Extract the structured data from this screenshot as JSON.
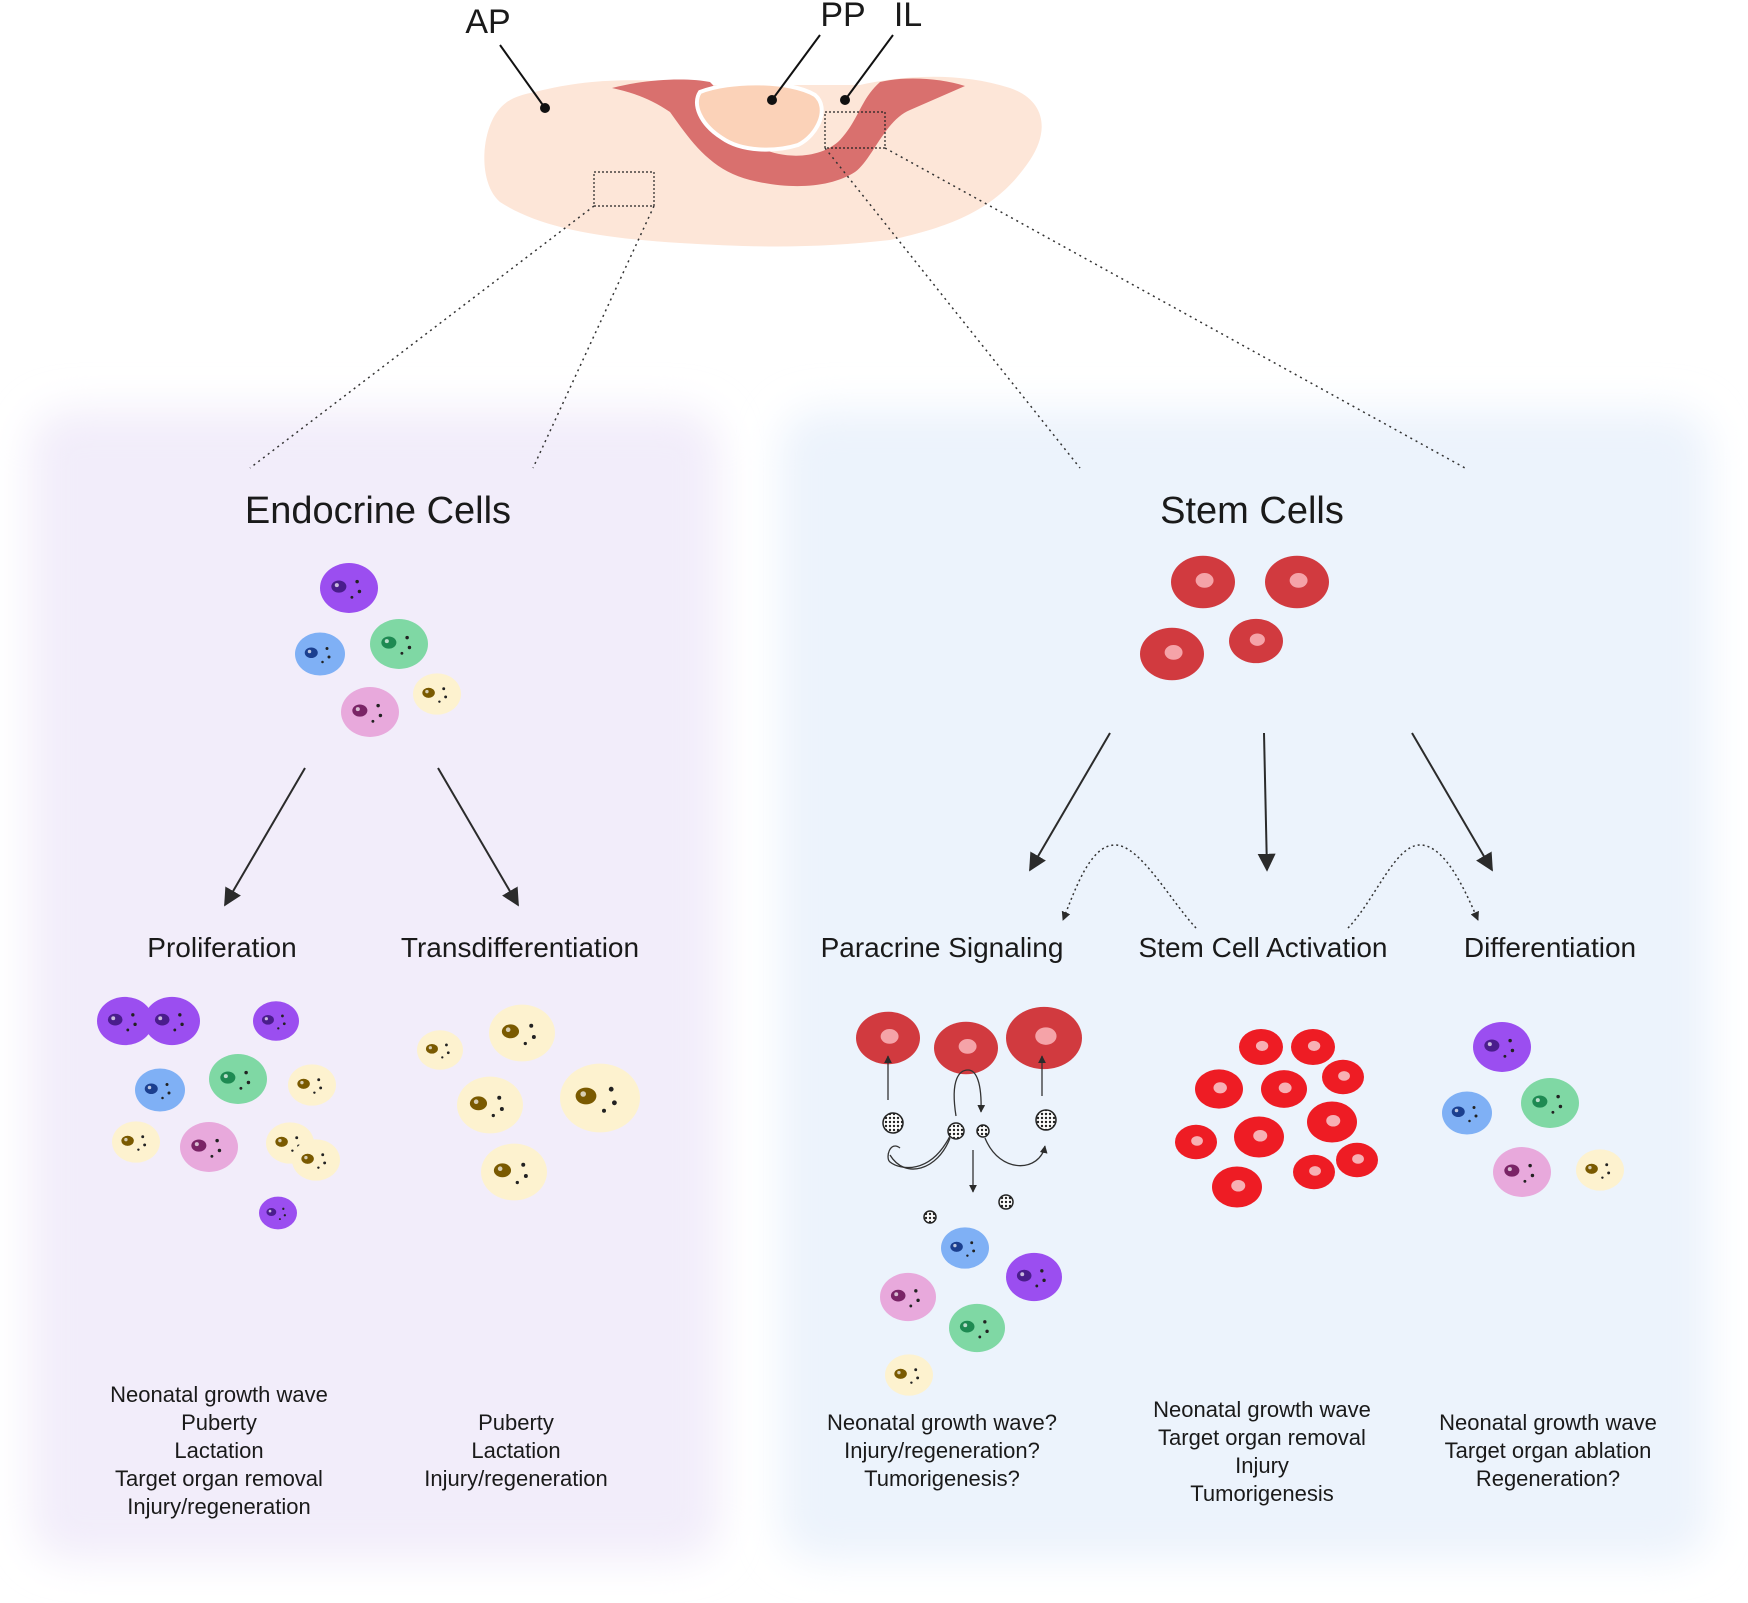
{
  "anatomy": {
    "labels": {
      "ap": "AP",
      "pp": "PP",
      "il": "IL"
    },
    "colors": {
      "lobe": "#fde6d8",
      "intermediate": "#d9706e",
      "posterior": "#fbd2b8"
    }
  },
  "panels": {
    "endocrine": {
      "title": "Endocrine Cells",
      "background": "#f2edfa",
      "mechanisms": [
        {
          "label": "Proliferation",
          "contexts": [
            "Neonatal growth wave",
            "Puberty",
            "Lactation",
            "Target organ removal",
            "Injury/regeneration"
          ]
        },
        {
          "label": "Transdifferentiation",
          "contexts": [
            "Puberty",
            "Lactation",
            "Injury/regeneration"
          ]
        }
      ]
    },
    "stem": {
      "title": "Stem Cells",
      "background": "#ecf3fc",
      "mechanisms": [
        {
          "label": "Paracrine Signaling",
          "contexts": [
            "Neonatal growth wave?",
            "Injury/regeneration?",
            "Tumorigenesis?"
          ]
        },
        {
          "label": "Stem Cell Activation",
          "contexts": [
            "Neonatal growth wave",
            "Target organ removal",
            "Injury",
            "Tumorigenesis"
          ]
        },
        {
          "label": "Differentiation",
          "contexts": [
            "Neonatal growth wave",
            "Target organ ablation",
            "Regeneration?"
          ]
        }
      ]
    }
  },
  "cell_colors": {
    "purple": "#9b4ef0",
    "blue": "#7fb0f5",
    "green": "#7fd8a4",
    "pink": "#e8a9dc",
    "yellow": "#fdf2cf",
    "stem_red": "#d13a3f",
    "activated_red": "#ee1c24"
  }
}
